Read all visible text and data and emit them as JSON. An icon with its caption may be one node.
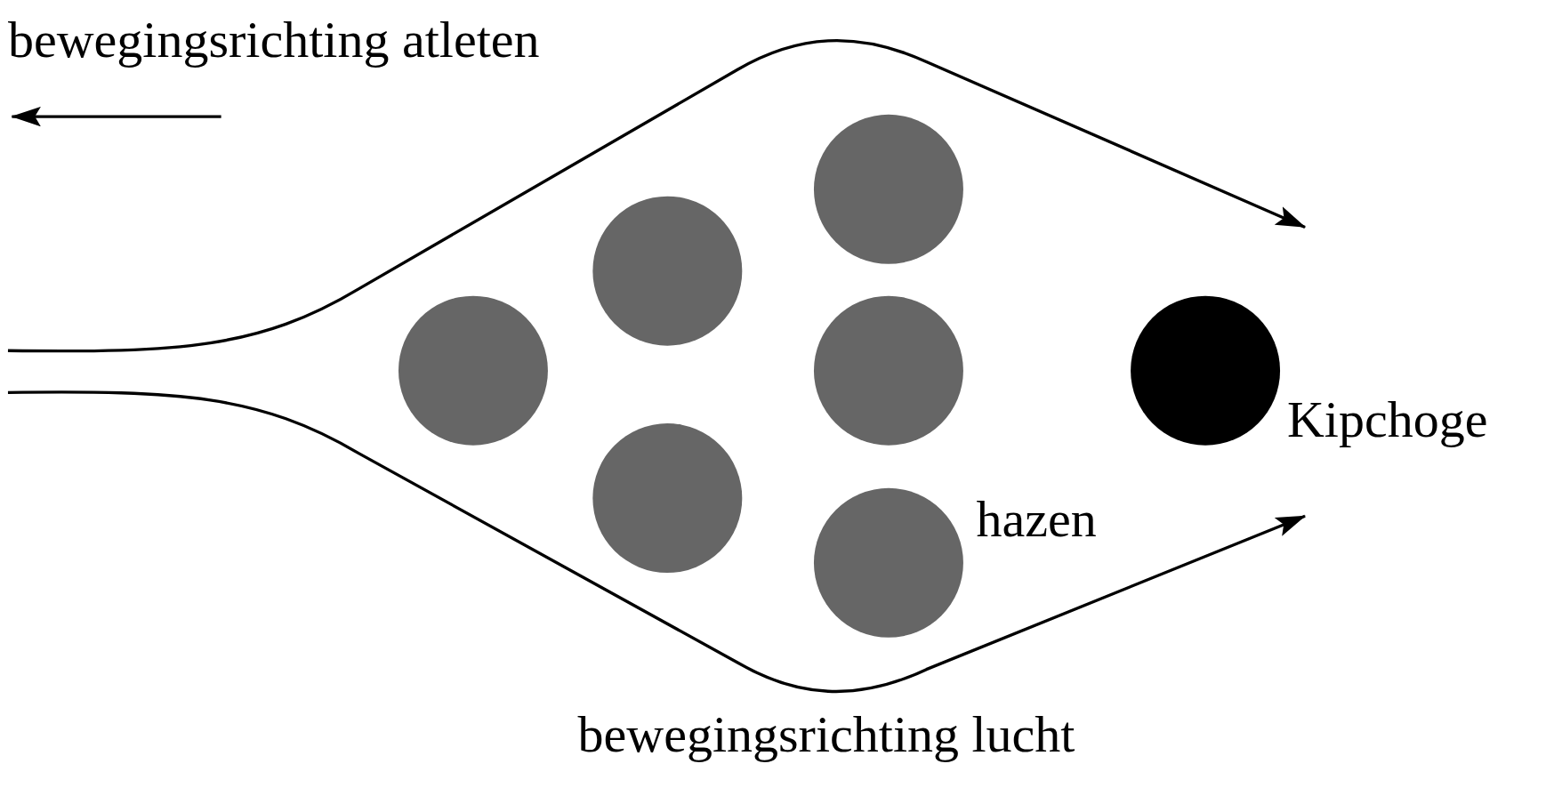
{
  "diagram": {
    "labels": [
      "bewegingsrichting atleten",
      "hazen",
      "Kipchoge",
      "bewegingsrichting lucht"
    ]
  }
}
